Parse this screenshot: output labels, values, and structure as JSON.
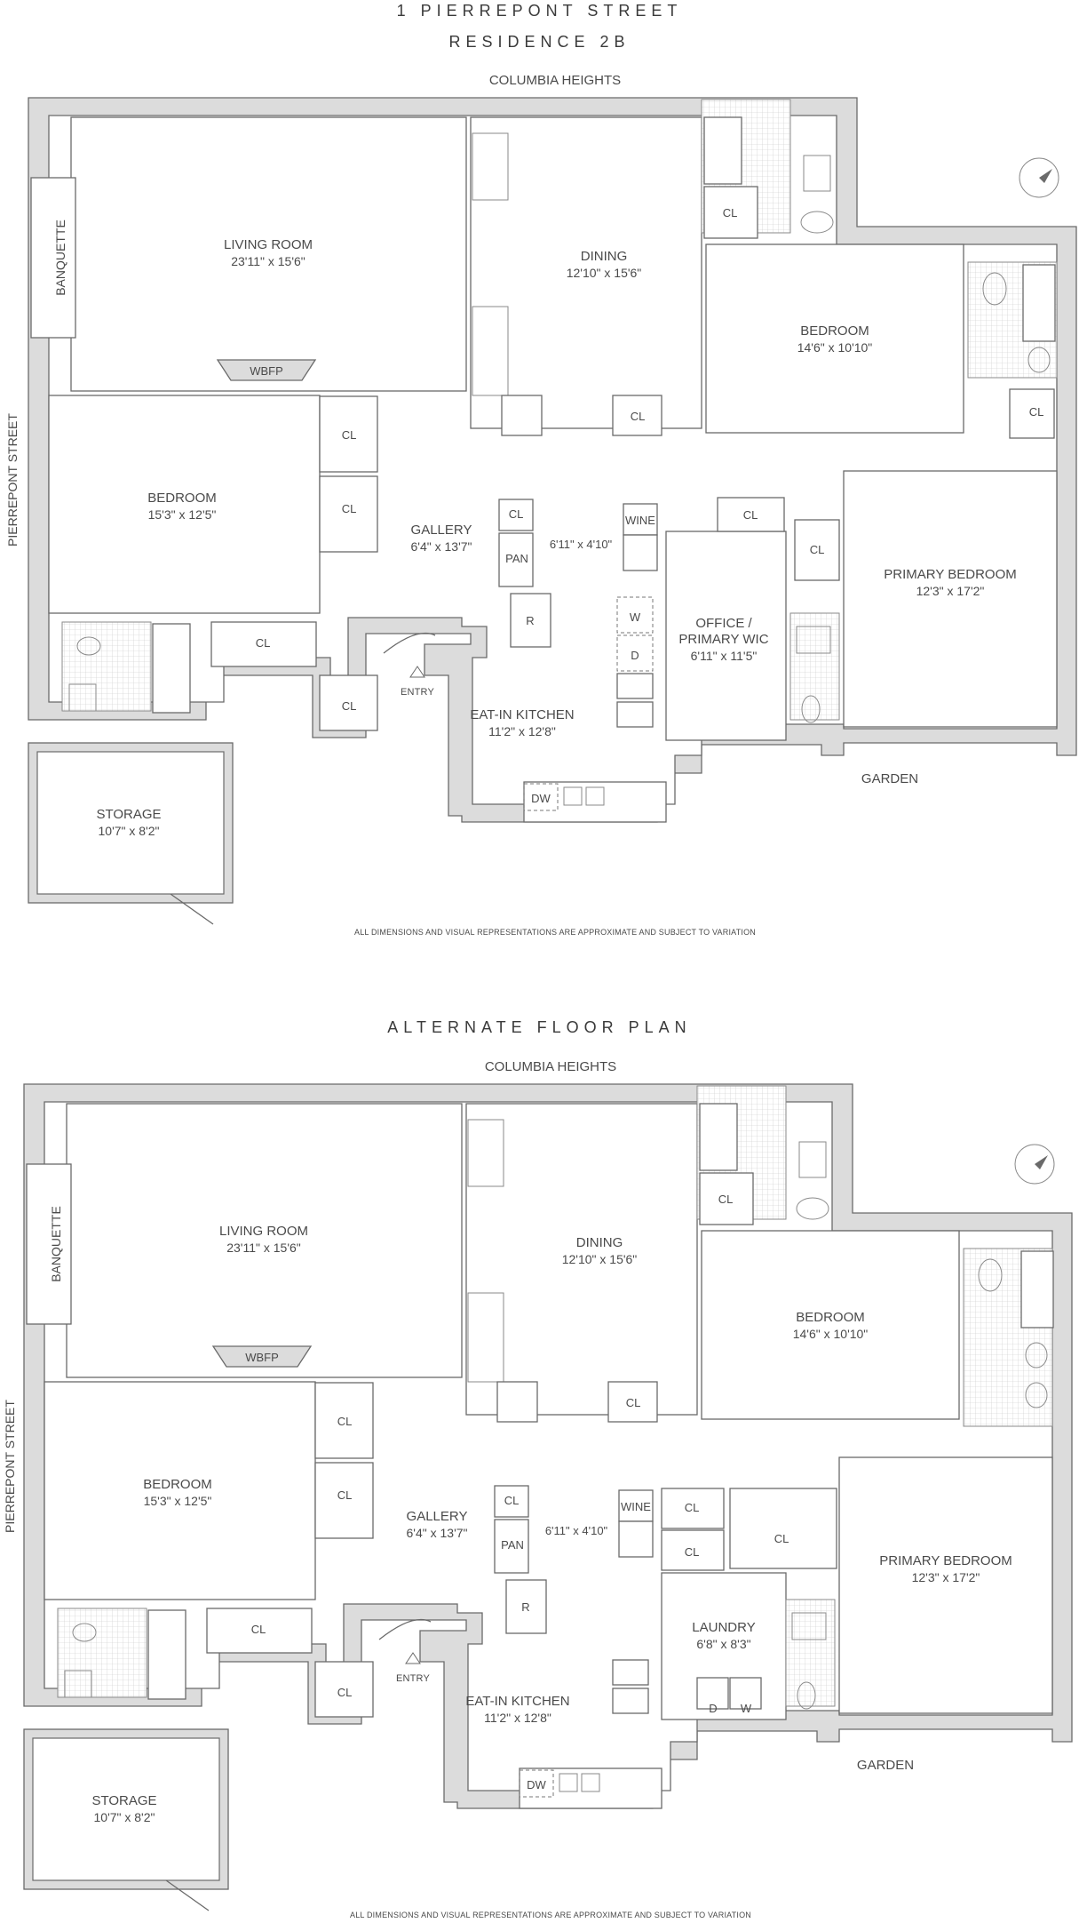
{
  "header": {
    "address": "1 PIERREPONT STREET",
    "residence": "RESIDENCE 2B",
    "alternate_title": "ALTERNATE FLOOR PLAN"
  },
  "streets": {
    "top": "COLUMBIA HEIGHTS",
    "side": "PIERREPONT STREET",
    "bottom": "GARDEN"
  },
  "disclaimer": "ALL DIMENSIONS AND VISUAL REPRESENTATIONS ARE APPROXIMATE AND SUBJECT TO VARIATION",
  "plan1": {
    "rooms": {
      "living_room": {
        "name": "LIVING ROOM",
        "dim": "23'11\" x 15'6\""
      },
      "dining": {
        "name": "DINING",
        "dim": "12'10\" x 15'6\""
      },
      "bedroom_a": {
        "name": "BEDROOM",
        "dim": "14'6\" x 10'10\""
      },
      "bedroom_b": {
        "name": "BEDROOM",
        "dim": "15'3\" x 12'5\""
      },
      "gallery": {
        "name": "GALLERY",
        "dim": "6'4\" x 13'7\""
      },
      "primary_bedroom": {
        "name": "PRIMARY BEDROOM",
        "dim": "12'3\" x 17'2\""
      },
      "office": {
        "name": "OFFICE /",
        "name2": "PRIMARY WIC",
        "dim": "6'11\" x 11'5\""
      },
      "kitchen": {
        "name": "EAT-IN KITCHEN",
        "dim": "11'2\" x 12'8\""
      },
      "storage": {
        "name": "STORAGE",
        "dim": "10'7\" x 8'2\""
      },
      "pantry": {
        "dim": "6'11\" x 4'10\""
      }
    },
    "fixtures": {
      "banquette": "BANQUETTE",
      "wbfp": "WBFP",
      "cl": "CL",
      "pan": "PAN",
      "wine": "WINE",
      "r": "R",
      "w": "W",
      "d": "D",
      "dw": "DW",
      "entry": "ENTRY"
    }
  },
  "plan2": {
    "rooms": {
      "living_room": {
        "name": "LIVING ROOM",
        "dim": "23'11\" x 15'6\""
      },
      "dining": {
        "name": "DINING",
        "dim": "12'10\" x 15'6\""
      },
      "bedroom_a": {
        "name": "BEDROOM",
        "dim": "14'6\" x 10'10\""
      },
      "bedroom_b": {
        "name": "BEDROOM",
        "dim": "15'3\" x 12'5\""
      },
      "gallery": {
        "name": "GALLERY",
        "dim": "6'4\" x 13'7\""
      },
      "primary_bedroom": {
        "name": "PRIMARY BEDROOM",
        "dim": "12'3\" x 17'2\""
      },
      "laundry": {
        "name": "LAUNDRY",
        "dim": "6'8\" x 8'3\""
      },
      "kitchen": {
        "name": "EAT-IN KITCHEN",
        "dim": "11'2\" x 12'8\""
      },
      "storage": {
        "name": "STORAGE",
        "dim": "10'7\" x 8'2\""
      },
      "pantry": {
        "dim": "6'11\" x 4'10\""
      }
    },
    "fixtures": {
      "banquette": "BANQUETTE",
      "wbfp": "WBFP",
      "cl": "CL",
      "pan": "PAN",
      "wine": "WINE",
      "r": "R",
      "w": "W",
      "d": "D",
      "dw": "DW",
      "entry": "ENTRY"
    }
  }
}
